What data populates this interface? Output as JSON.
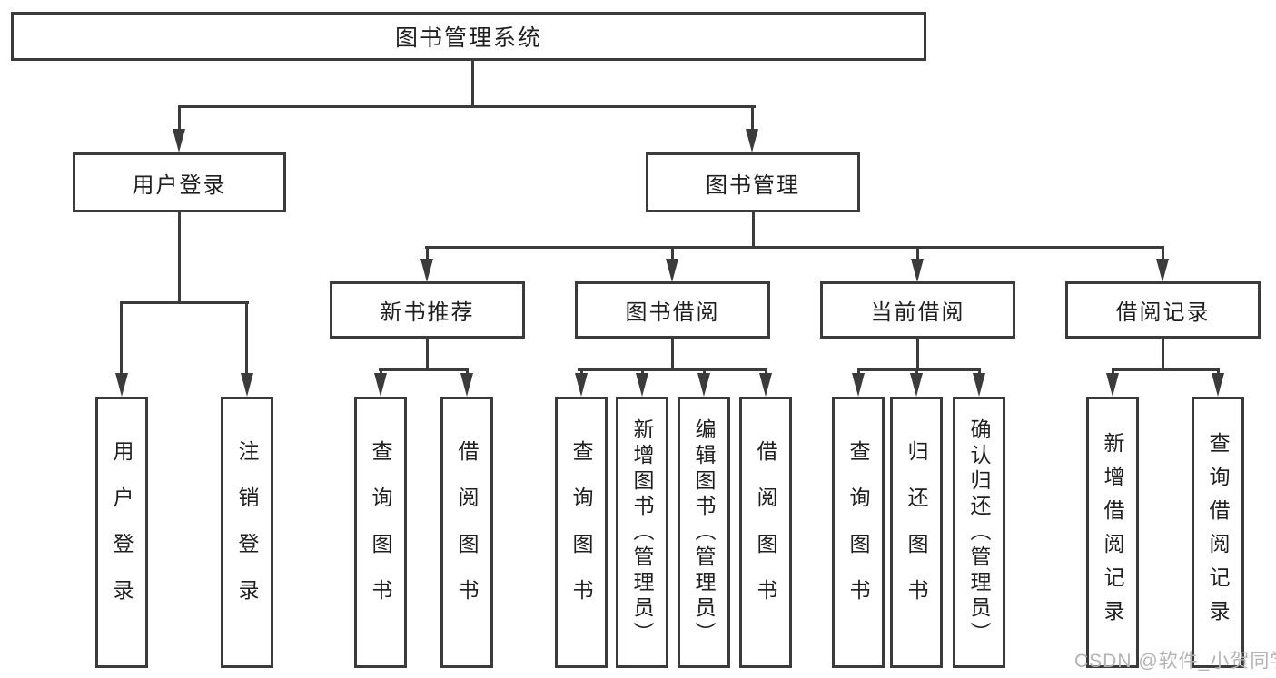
{
  "diagram_title": "图书管理系统",
  "nodes": {
    "root": "图书管理系统",
    "userLogin": "用户登录",
    "bookMgmt": "图书管理",
    "newBookRec": "新书推荐",
    "bookBorrow": "图书借阅",
    "currentBorrow": "当前借阅",
    "borrowRecord": "借阅记录",
    "leafUserLogin": "用户登录",
    "leafLogout": "注销登录",
    "leafQueryBook1": "查询图书",
    "leafBorrowBook1": "借阅图书",
    "leafQueryBook2": "查询图书",
    "leafAddBook": "新增图书（管理员）",
    "leafEditBook": "编辑图书（管理员）",
    "leafBorrowBook2": "借阅图书",
    "leafQueryBook3": "查询图书",
    "leafReturnBook": "归还图书",
    "leafConfirmReturn": "确认归还（管理员）",
    "leafAddRecord": "新增借阅记录",
    "leafQueryRecord": "查询借阅记录"
  },
  "watermark": "CSDN @软件_小贺同学",
  "colors": {
    "line": "#3b3b3b",
    "text": "#1f1f1f",
    "watermark": "#b3b3b3",
    "background": "#ffffff"
  }
}
